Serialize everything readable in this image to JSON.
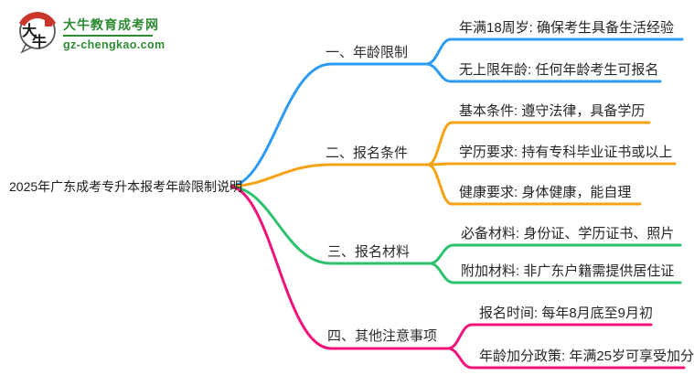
{
  "logo": {
    "title": "大牛教育成考网",
    "domain": "gz-chengkao.com",
    "mark_chars": [
      "大",
      "牛"
    ],
    "green": "#2E8B33",
    "red": "#C9372C"
  },
  "root": {
    "label": "2025年广东成考专升本报考年龄限制说明"
  },
  "branches": [
    {
      "label": "一、年龄限制",
      "color": "#2E9BF0",
      "leaves": [
        "年满18周岁: 确保考生具备生活经验",
        "无上限年龄: 任何年龄考生可报名"
      ]
    },
    {
      "label": "二、报名条件",
      "color": "#F5A315",
      "leaves": [
        "基本条件: 遵守法律，具备学历",
        "学历要求: 持有专科毕业证书或以上",
        "健康要求: 身体健康，能自理"
      ]
    },
    {
      "label": "三、报名材料",
      "color": "#2DC26D",
      "leaves": [
        "必备材料: 身份证、学历证书、照片",
        "附加材料: 非广东户籍需提供居住证"
      ]
    },
    {
      "label": "四、其他注意事项",
      "color": "#F0147A",
      "leaves": [
        "报名时间: 每年8月底至9月初",
        "年龄加分政策: 年满25岁可享受加分"
      ]
    }
  ]
}
